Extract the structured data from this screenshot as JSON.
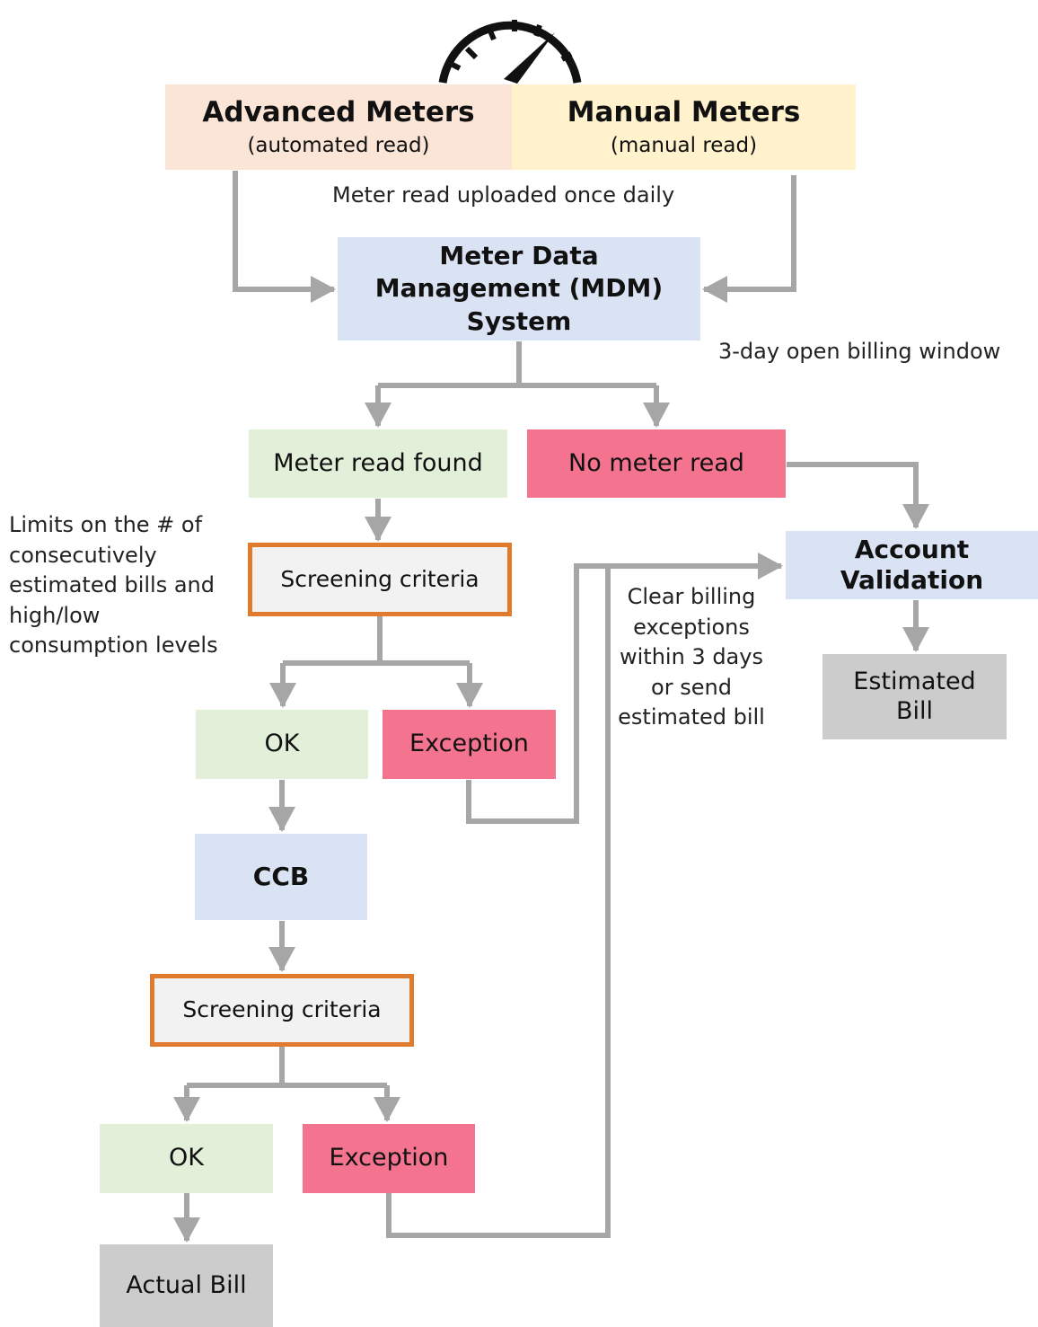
{
  "meters": {
    "advanced": {
      "title": "Advanced Meters",
      "subtitle": "(automated read)"
    },
    "manual": {
      "title": "Manual Meters",
      "subtitle": "(manual read)"
    },
    "upload_note": "Meter read uploaded once daily"
  },
  "mdm": {
    "line1": "Meter Data",
    "line2": "Management (MDM)",
    "line3": "System",
    "billing_window_note": "3-day open billing window"
  },
  "read_status": {
    "found": "Meter read found",
    "missing": "No meter read"
  },
  "screening_1": {
    "label": "Screening criteria",
    "note_lines": [
      "Limits on the # of",
      "consecutively",
      "estimated bills and",
      "high/low",
      "consumption levels"
    ],
    "ok": "OK",
    "exception": "Exception"
  },
  "ccb": {
    "label": "CCB"
  },
  "screening_2": {
    "label": "Screening criteria",
    "ok": "OK",
    "exception": "Exception"
  },
  "actual_bill": "Actual Bill",
  "account_validation": {
    "line1": "Account",
    "line2": "Validation"
  },
  "estimated_bill": {
    "line1": "Estimated",
    "line2": "Bill"
  },
  "exception_note_lines": [
    "Clear billing",
    "exceptions",
    "within 3 days",
    "or send",
    "estimated bill"
  ],
  "colors": {
    "advanced_fill": "#fbe5d6",
    "manual_fill": "#fff2cc",
    "system_fill": "#dae3f3",
    "ok_fill": "#e2f0d9",
    "exception_fill": "#f4748f",
    "screening_fill": "#f2f2f2",
    "screening_border": "#e07b2e",
    "bill_fill": "#cccccc",
    "connector": "#a6a6a6"
  },
  "icons": {
    "header": "speedometer-icon"
  }
}
